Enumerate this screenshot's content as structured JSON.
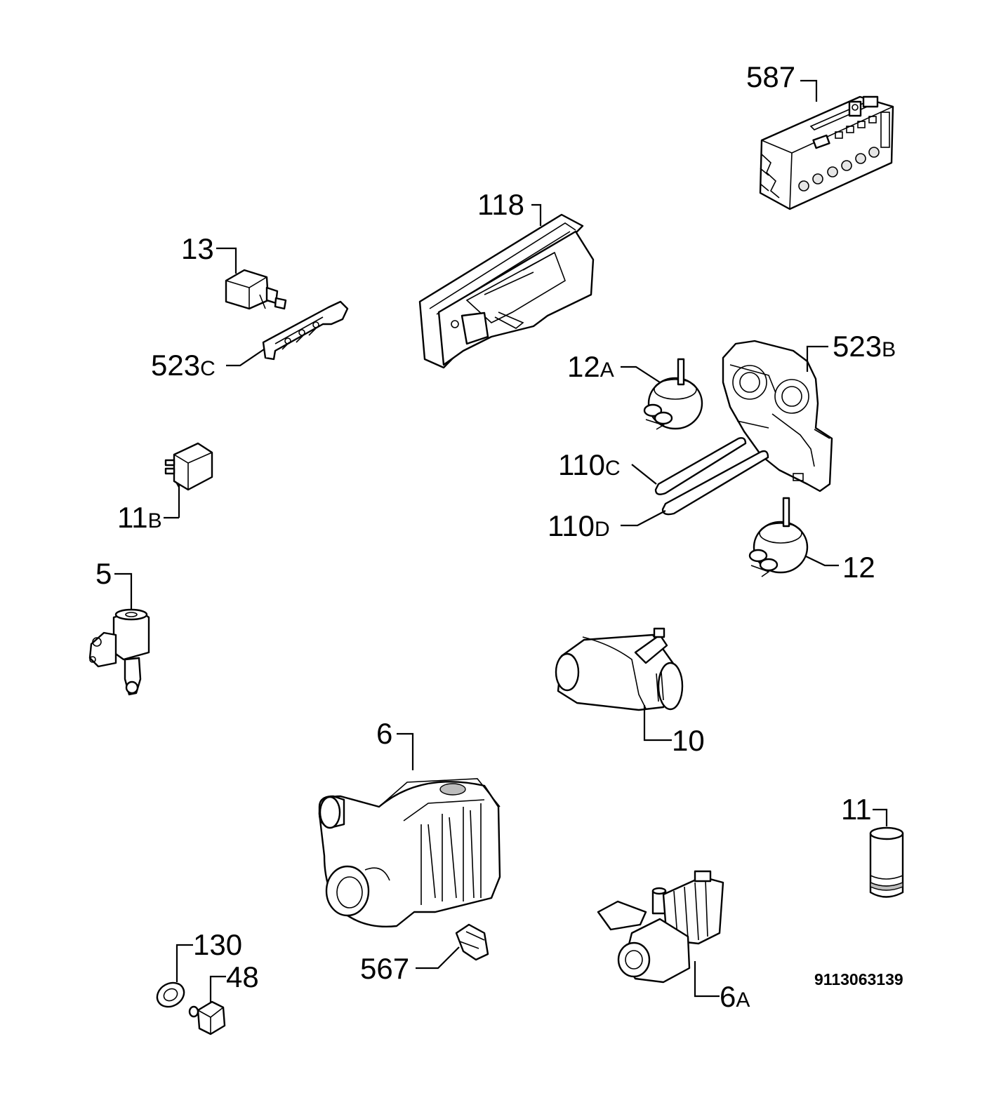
{
  "diagram": {
    "code": "9113063139",
    "parts": [
      {
        "key": "p587",
        "number": "587",
        "suffix": ""
      },
      {
        "key": "p118",
        "number": "118",
        "suffix": ""
      },
      {
        "key": "p13",
        "number": "13",
        "suffix": ""
      },
      {
        "key": "p523c",
        "number": "523",
        "suffix": "C"
      },
      {
        "key": "p12a",
        "number": "12",
        "suffix": "A"
      },
      {
        "key": "p523b",
        "number": "523",
        "suffix": "B"
      },
      {
        "key": "p11b",
        "number": "11",
        "suffix": "B"
      },
      {
        "key": "p110c",
        "number": "110",
        "suffix": "C"
      },
      {
        "key": "p110d",
        "number": "110",
        "suffix": "D"
      },
      {
        "key": "p12",
        "number": "12",
        "suffix": ""
      },
      {
        "key": "p5",
        "number": "5",
        "suffix": ""
      },
      {
        "key": "p10",
        "number": "10",
        "suffix": ""
      },
      {
        "key": "p6",
        "number": "6",
        "suffix": ""
      },
      {
        "key": "p11",
        "number": "11",
        "suffix": ""
      },
      {
        "key": "p130",
        "number": "130",
        "suffix": ""
      },
      {
        "key": "p48",
        "number": "48",
        "suffix": ""
      },
      {
        "key": "p567",
        "number": "567",
        "suffix": ""
      },
      {
        "key": "p6a",
        "number": "6",
        "suffix": "A"
      }
    ]
  }
}
